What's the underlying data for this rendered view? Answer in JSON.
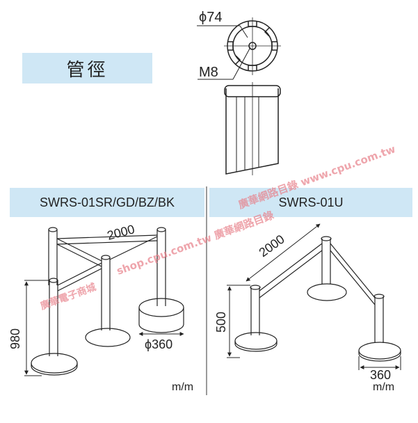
{
  "top_section": {
    "pipe_label": "管徑",
    "diameter_label": "ϕ74",
    "bolt_label": "M8"
  },
  "left_panel": {
    "header": "SWRS-01SR/GD/BZ/BK",
    "length_dim": "2000",
    "height_dim": "980",
    "base_dim": "ϕ360",
    "unit": "m/m"
  },
  "right_panel": {
    "header": "SWRS-01U",
    "length_dim": "2000",
    "height_dim": "500",
    "base_dim": "360",
    "unit": "m/m"
  },
  "watermarks": {
    "upper": "廣華網路目錄  www.cpu.com.tw",
    "middle": "shop.cpu.com.tw  廣華網路目錄",
    "lower": "廣華電子商城"
  },
  "colors": {
    "label_bg": "#cfe7f5",
    "watermark": "#e8808a",
    "line": "#222222"
  }
}
